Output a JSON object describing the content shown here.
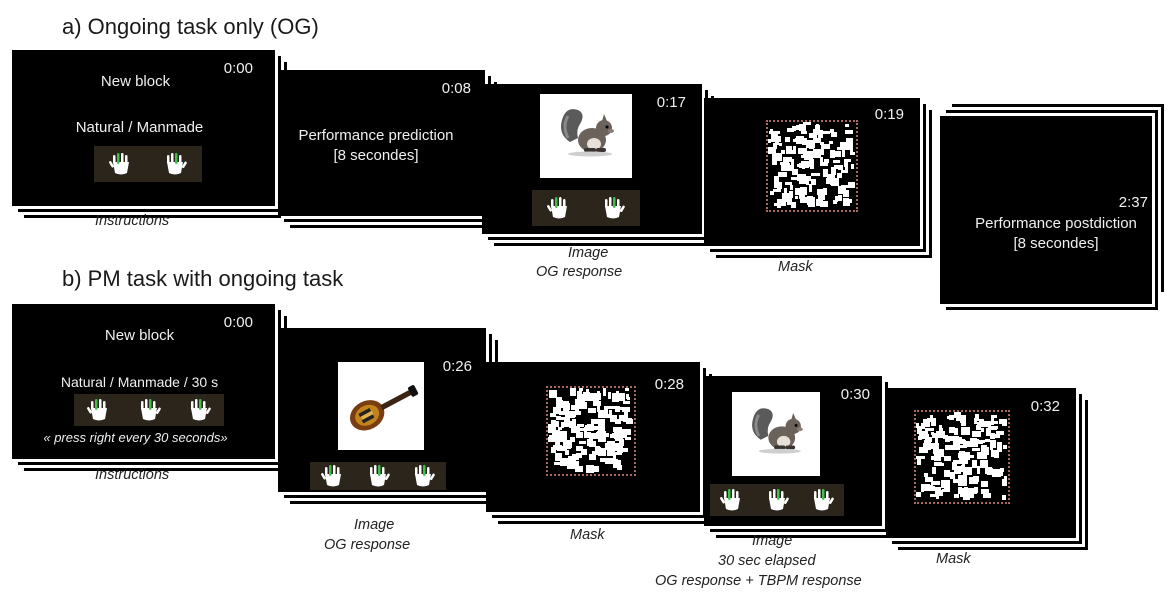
{
  "section_a": {
    "title": "a) Ongoing task only (OG)",
    "screens": [
      {
        "time": "0:00",
        "line1": "New block",
        "line2": "Natural / Manmade",
        "caption": "Instructions"
      },
      {
        "time": "0:08",
        "line1": "Performance  prediction",
        "line2": "[8 secondes]"
      },
      {
        "time": "0:17",
        "image": "squirrel",
        "caption_line1": "Image",
        "caption_line2": "OG response"
      },
      {
        "time": "0:19",
        "image": "mask",
        "caption": "Mask"
      },
      {
        "time": "2:37",
        "line1": "Performance  postdiction",
        "line2": "[8 secondes]"
      }
    ]
  },
  "section_b": {
    "title": "b) PM task with ongoing task",
    "screens": [
      {
        "time": "0:00",
        "line1": "New block",
        "line2": "Natural / Manmade / 30 s",
        "line3": "« press right every 30 seconds»",
        "caption": "Instructions"
      },
      {
        "time": "0:26",
        "image": "guitar",
        "caption_line1": "Image",
        "caption_line2": "OG response"
      },
      {
        "time": "0:28",
        "image": "mask",
        "caption": "Mask"
      },
      {
        "time": "0:30",
        "image": "squirrel",
        "caption_line1": "Image",
        "caption_line2": "30 sec elapsed",
        "caption_line3": "OG response + TBPM response"
      },
      {
        "time": "0:32",
        "image": "mask",
        "caption": "Mask"
      }
    ]
  },
  "colors": {
    "screen": "#000000",
    "hand_highlight": "#3cc24a",
    "hand": "#ffffff",
    "mask_border": "#a96a66"
  },
  "icons": [
    "hand-icon",
    "squirrel-image",
    "guitar-image",
    "noise-mask"
  ]
}
